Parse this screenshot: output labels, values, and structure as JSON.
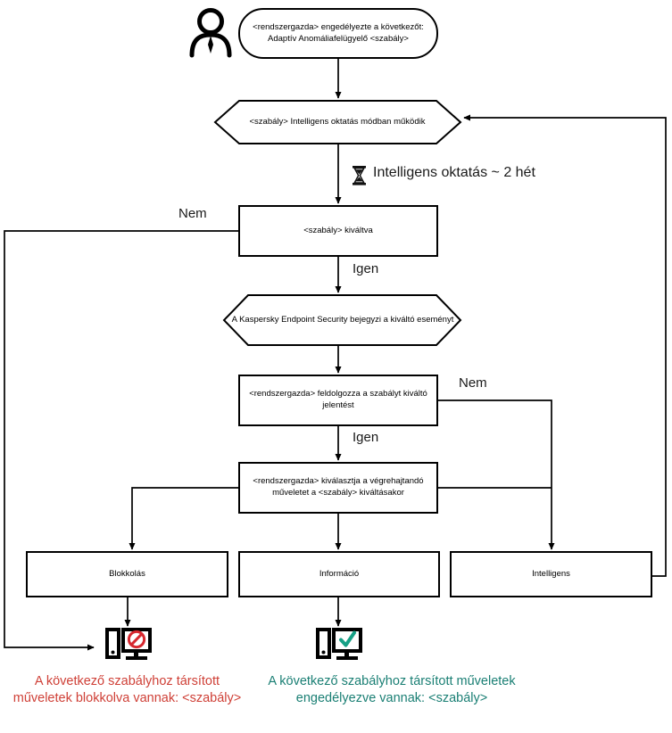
{
  "diagram": {
    "title": "Adaptiv Anomaliafelugyelo szabaly folyamatabra",
    "colors": {
      "stroke": "#000000",
      "blocked_text": "#cf4037",
      "allowed_text": "#1a7f74",
      "background": "#ffffff"
    },
    "nodes": [
      {
        "id": "start",
        "shape": "rounded",
        "text": "<rendszergazda> engedélyezte a következőt: Adaptív Anomáliafelügyelő <szabály>"
      },
      {
        "id": "smart-training",
        "shape": "hexagon",
        "text": "<szabály> Intelligens oktatás módban működik"
      },
      {
        "id": "rule-triggered",
        "shape": "rect",
        "text": "<szabály> kiváltva"
      },
      {
        "id": "kes-logs-event",
        "shape": "hexagon",
        "text": "A Kaspersky Endpoint Security bejegyzi a kiváltó eseményt"
      },
      {
        "id": "admin-processes-report",
        "shape": "rect",
        "text": "<rendszergazda>  feldolgozza a szabályt kiváltó jelentést"
      },
      {
        "id": "admin-selects-action",
        "shape": "rect",
        "text": "<rendszergazda> kiválasztja a végrehajtandó műveletet a <szabály> kiváltásakor"
      },
      {
        "id": "action-block",
        "shape": "rect",
        "text": "Blokkolás"
      },
      {
        "id": "action-info",
        "shape": "rect",
        "text": "Információ"
      },
      {
        "id": "action-smart",
        "shape": "rect",
        "text": "Intelligens"
      }
    ],
    "edge_labels": [
      {
        "id": "no-triggered",
        "text": "Nem"
      },
      {
        "id": "yes-triggered",
        "text": "Igen"
      },
      {
        "id": "no-report",
        "text": "Nem"
      },
      {
        "id": "yes-report",
        "text": "Igen"
      }
    ],
    "timer": {
      "icon": "hourglass-icon",
      "text": "Intelligens oktatás ~ 2 hét"
    },
    "icons": {
      "actor": "person-icon",
      "blocked_computer": "computer-blocked-icon",
      "allowed_computer": "computer-allowed-icon"
    },
    "captions": {
      "blocked": "A következő szabályhoz társított műveletek blokkolva vannak: <szabály>",
      "allowed": "A következő szabályhoz társított műveletek engedélyezve vannak: <szabály>"
    }
  }
}
